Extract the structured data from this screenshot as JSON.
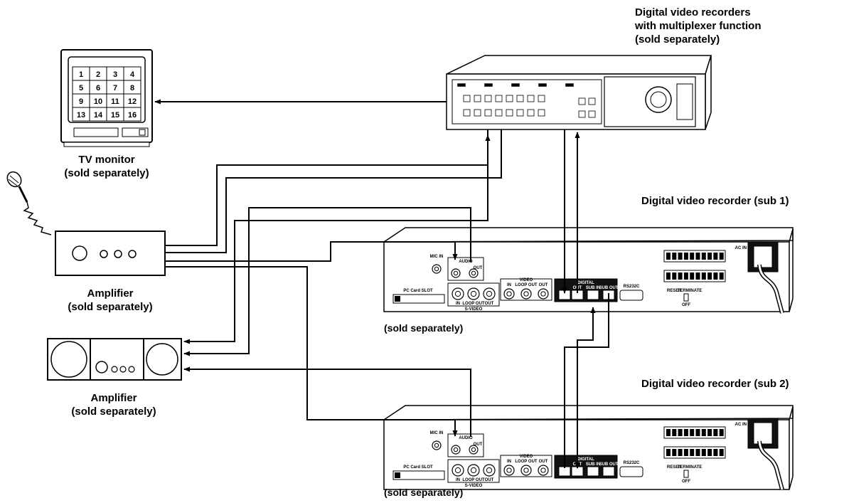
{
  "labels": {
    "dvr_mux_line1": "Digital video recorders",
    "dvr_mux_line2": "with multiplexer function",
    "dvr_mux_line3": "(sold separately)",
    "tv_line1": "TV monitor",
    "tv_line2": "(sold separately)",
    "amp1_line1": "Amplifier",
    "amp1_line2": "(sold separately)",
    "amp2_line1": "Amplifier",
    "amp2_line2": "(sold separately)",
    "sub1_title": "Digital video recorder (sub 1)",
    "sub2_title": "Digital video recorder (sub 2)",
    "sub1_sold": "(sold separately)",
    "sub2_sold": "(sold separately)"
  },
  "tv_screen": [
    "1",
    "2",
    "3",
    "4",
    "5",
    "6",
    "7",
    "8",
    "9",
    "10",
    "11",
    "12",
    "13",
    "14",
    "15",
    "16"
  ],
  "rear_panel": {
    "mic_in": "MIC IN",
    "audio": "AUDIO",
    "audio_out": "OUT",
    "s_video": "S-VIDEO",
    "s_in": "IN",
    "s_loop": "LOOP OUT",
    "s_out": "OUT",
    "video": "VIDEO",
    "v_in": "IN",
    "v_loop": "LOOP OUT",
    "v_out": "OUT",
    "digital": "DIGITAL",
    "d_out": "OUT",
    "d_subin": "SUB IN",
    "d_subout": "SUB OUT",
    "rs232c": "RS232C",
    "ac_in": "AC IN",
    "pc_card": "PC Card SLOT",
    "reset": "RESET",
    "off": "OFF",
    "terminate": "TERMINATE"
  },
  "colors": {
    "line": "#000000",
    "panel": "#ffffff",
    "dark": "#111111"
  }
}
